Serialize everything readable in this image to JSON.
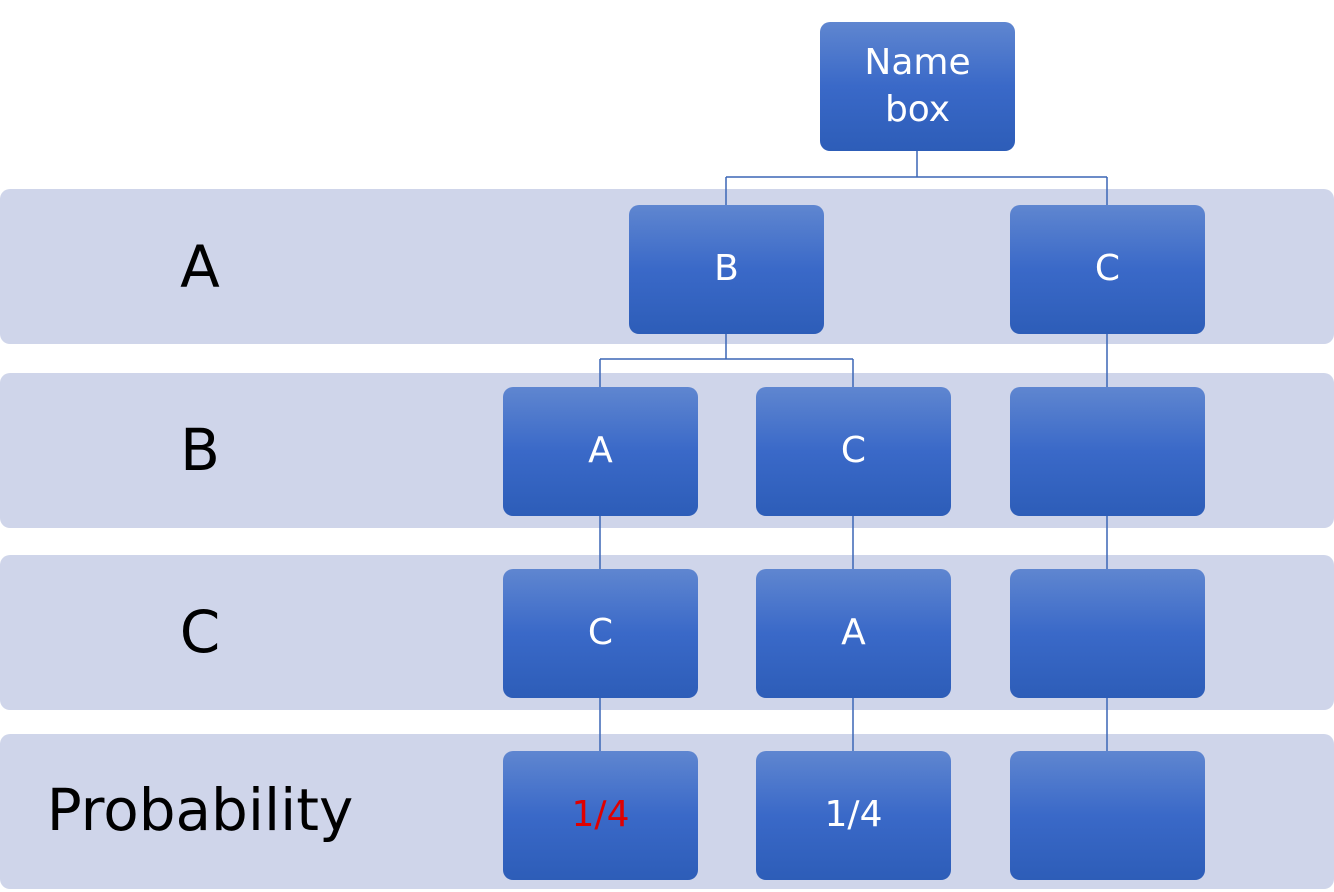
{
  "colors": {
    "band": "#cfd5ea",
    "node_top": "#5f86d0",
    "node_bottom": "#2d5db8",
    "node_text": "#ffffff",
    "connector": "#3b66b6",
    "highlight_text": "#e00000"
  },
  "root": {
    "label": "Name\nbox"
  },
  "rows": [
    {
      "label": "A"
    },
    {
      "label": "B"
    },
    {
      "label": "C"
    },
    {
      "label": "Probability"
    }
  ],
  "nodes": {
    "a_left": "B",
    "a_right": "C",
    "b_left": "A",
    "b_mid": "C",
    "b_right": "",
    "c_left": "C",
    "c_mid": "A",
    "c_right": "",
    "p_left": "1/4",
    "p_mid": "1/4",
    "p_right": ""
  }
}
